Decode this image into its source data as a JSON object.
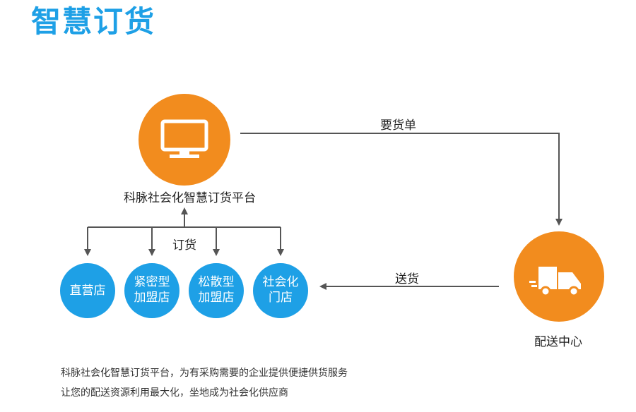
{
  "title": "智慧订货",
  "colors": {
    "title": "#1ea0e6",
    "orange": "#f28c1e",
    "blue": "#1ea0e6",
    "line": "#555555"
  },
  "platform": {
    "label": "科脉社会化智慧订货平台",
    "icon": "monitor-icon"
  },
  "distribution": {
    "label": "配送中心",
    "icon": "truck-icon"
  },
  "flows": {
    "order_sheet": "要货单",
    "delivery": "送货",
    "ordering": "订货"
  },
  "stores": [
    {
      "label": "直营店"
    },
    {
      "label": "紧密型\n加盟店"
    },
    {
      "label": "松散型\n加盟店"
    },
    {
      "label": "社会化\n门店"
    }
  ],
  "description": {
    "line1": "科脉社会化智慧订货平台，为有采购需要的企业提供便捷供货服务",
    "line2": "让您的配送资源利用最大化，坐地成为社会化供应商"
  }
}
